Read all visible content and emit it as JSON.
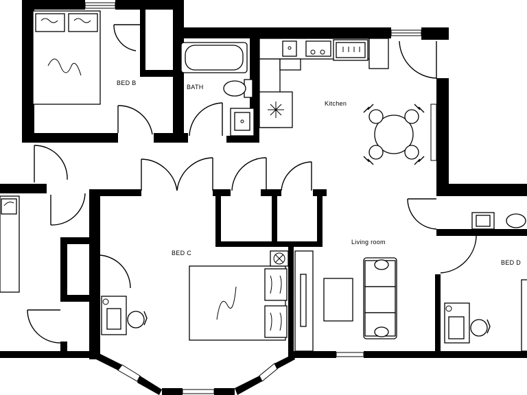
{
  "rooms": {
    "bed_b": "BED B",
    "bath": "BATH",
    "kitchen": "Kitchen",
    "bed_c": "BED C",
    "living_room": "Living room",
    "bed_d": "BED D"
  },
  "colors": {
    "wall": "#000000",
    "background": "#ffffff"
  }
}
